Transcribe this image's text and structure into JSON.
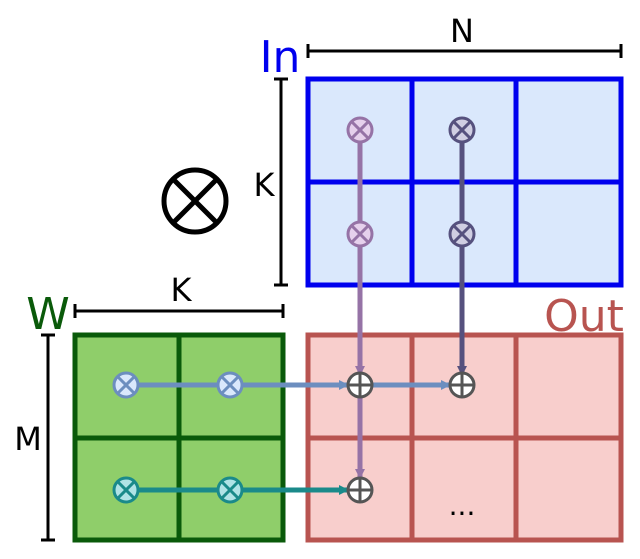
{
  "labels": {
    "in": "In",
    "w": "W",
    "out": "Out",
    "n": "N",
    "k_top": "K",
    "k_left": "K",
    "m": "M",
    "ellipsis": "...",
    "operator": "⊗"
  },
  "colors": {
    "in_fill": "#dae8fc",
    "in_stroke": "#0000ee",
    "in_text": "#0000ee",
    "w_fill": "#8fce6a",
    "w_stroke": "#0a5a0a",
    "w_text": "#0a5a0a",
    "out_fill": "#f8cecc",
    "out_stroke": "#b85450",
    "out_text": "#b85450",
    "purple": "#9673a6",
    "dark_purple": "#56517e",
    "blue_arrow": "#6c8ebf",
    "teal": "#1a8a8a",
    "dim": "#000000"
  },
  "icons": {
    "multiply": "circled-times-icon",
    "add": "circled-plus-icon"
  }
}
